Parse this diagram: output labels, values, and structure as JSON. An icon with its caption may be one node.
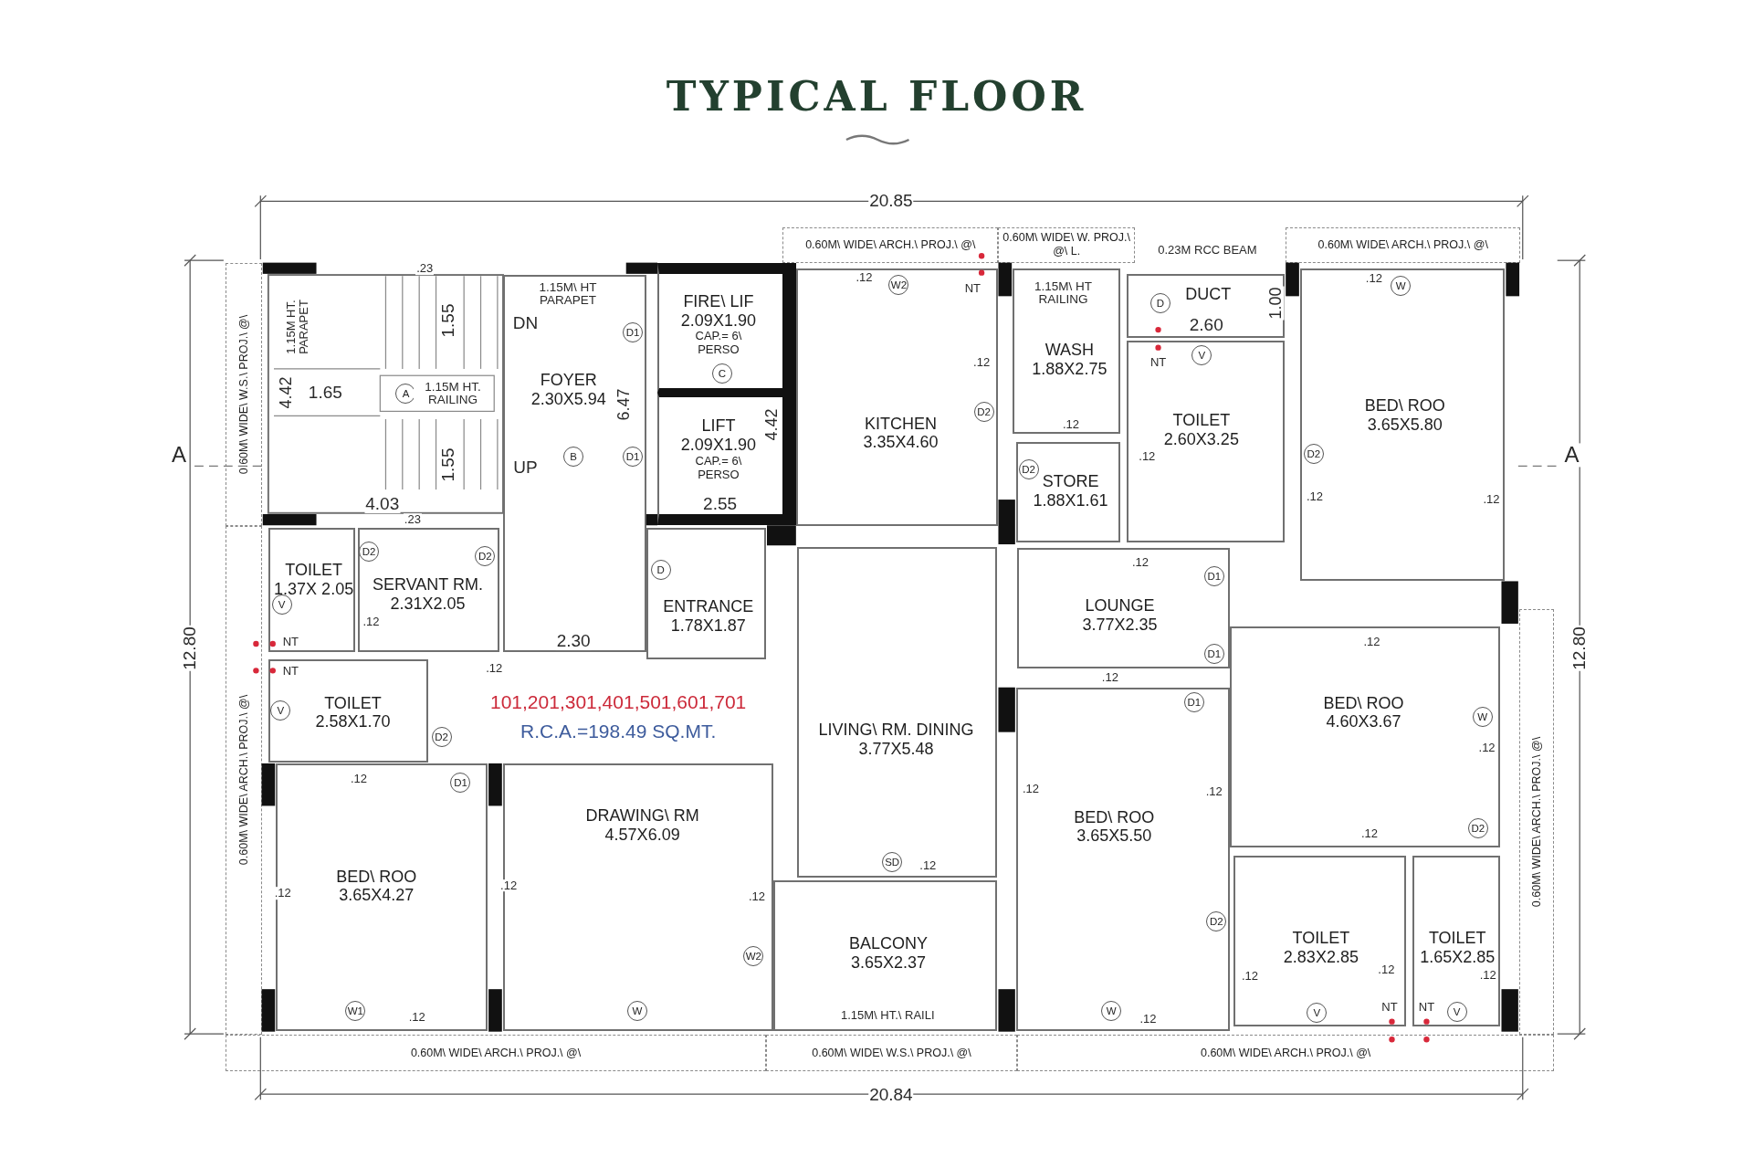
{
  "diagram": {
    "title": "TYPICAL FLOOR",
    "nodes": [
      {
        "text": [
          "0.60M\\ WIDE\\ ARCH.\\ PROJ.\\ @\\"
        ]
      },
      {
        "text": [
          "0.60M\\ WIDE\\ W. PROJ.\\ @\\ L."
        ]
      },
      {
        "text": [
          "0.60M\\ WIDE\\ ARCH.\\ PROJ.\\ @\\"
        ]
      },
      {
        "text": [
          "0.60M\\ WIDE\\ W.S.\\ PROJ.\\ @\\"
        ]
      },
      {
        "text": [
          "FIRE\\ LIF",
          "2.09X1.90",
          "CAP.= 6\\ PERSO"
        ]
      },
      {
        "text": [
          "FOYER",
          "2.30X5.94"
        ]
      },
      {
        "text": [
          "WASH",
          "1.88X2.75"
        ]
      },
      {
        "text": [
          "DUCT"
        ]
      },
      {
        "text": [
          "KITCHEN",
          "3.35X4.60"
        ]
      },
      {
        "text": [
          "LIFT",
          "2.09X1.90",
          "CAP.= 6\\ PERSO"
        ]
      },
      {
        "text": [
          "TOILET",
          "2.60X3.25"
        ]
      },
      {
        "text": [
          "BED\\ ROO",
          "3.65X5.80"
        ]
      },
      {
        "text": [
          "STORE",
          "1.88X1.61"
        ]
      },
      {
        "text": [
          "TOILET",
          "1.37X 2.05"
        ]
      },
      {
        "text": [
          "SERVANT RM.",
          "2.31X2.05"
        ]
      },
      {
        "text": [
          "ENTRANCE",
          "1.78X1.87"
        ]
      },
      {
        "text": [
          "LOUNGE",
          "3.77X2.35"
        ]
      },
      {
        "text": [
          "TOILET",
          "2.58X1.70"
        ]
      },
      {
        "text": [
          "BED\\ ROO",
          "4.60X3.67"
        ]
      },
      {
        "text": [
          "LIVING\\ RM. DINING",
          "3.77X5.48"
        ]
      },
      {
        "text": [
          "0.60M\\ WIDE\\ ARCH.\\ PROJ.\\ @\\"
        ]
      },
      {
        "text": [
          "0.60M\\ WIDE\\ ARCH.\\ PROJ.\\ @\\"
        ]
      },
      {
        "text": [
          "DRAWING\\ RM",
          "4.57X6.09"
        ]
      },
      {
        "text": [
          "BED\\ ROO",
          "3.65X5.50"
        ]
      },
      {
        "text": [
          "BED\\ ROO",
          "3.65X4.27"
        ]
      },
      {
        "text": [
          "BALCONY",
          "3.65X2.37"
        ]
      },
      {
        "text": [
          "TOILET",
          "2.83X2.85"
        ]
      },
      {
        "text": [
          "TOILET",
          "1.65X2.85"
        ]
      },
      {
        "text": [
          "0.60M\\ WIDE\\ ARCH.\\ PROJ.\\ @\\"
        ]
      },
      {
        "text": [
          "0.60M\\ WIDE\\ W.S.\\ PROJ.\\ @\\"
        ]
      },
      {
        "text": [
          "0.60M\\ WIDE\\ ARCH.\\ PROJ.\\ @\\"
        ]
      }
    ],
    "labels": [
      "20.85",
      ".23",
      "1.15M HT. PARAPET",
      "1.55",
      "DN",
      "1.15M\\ HT PARAPET",
      "D1",
      "A",
      "1.15M HT. RAILING",
      "4.42",
      "1.65",
      "6.47",
      "A",
      "1.55",
      "UP",
      "B",
      "D1",
      "C",
      "4.42",
      "4.03",
      "2.55",
      ".23",
      "D2",
      "D2",
      "D",
      "V",
      ".12",
      "2.30",
      "NT",
      "NT",
      ".12",
      "12.80",
      "V",
      "D2",
      "101,201,301,401,501,601,701",
      "R.C.A.=198.49 SQ.MT.",
      "D1",
      ".12",
      ".12",
      ".12",
      "W1",
      ".12",
      "W",
      ".12",
      "W2",
      ".12",
      "W2",
      "NT",
      "1.15M\\ HT RAILING",
      "0.23M RCC BEAM",
      "D",
      "2.60",
      "1.00",
      "NT",
      "V",
      ".12",
      "W",
      ".12",
      "D2",
      ".12",
      "D2",
      ".12",
      "D2",
      ".12",
      ".12",
      "A",
      ".12",
      "D1",
      ".12",
      "D1",
      "12.80",
      ".12",
      "D1",
      "W",
      ".12",
      ".12",
      ".12",
      ".12",
      "D2",
      "SD",
      ".12",
      "D2",
      ".12",
      ".12",
      ".12",
      "1.15M\\ HT.\\ RAILI",
      "W",
      ".12",
      "V",
      "NT",
      "NT",
      "V",
      "20.84"
    ]
  }
}
